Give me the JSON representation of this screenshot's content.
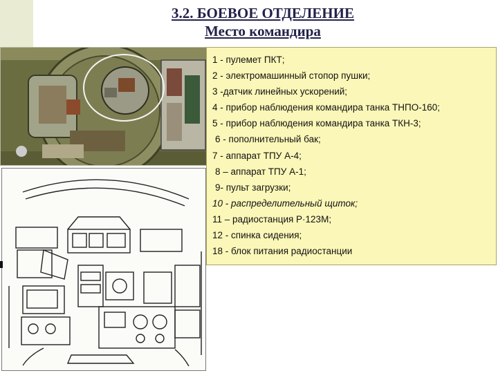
{
  "slide": {
    "title_line1": "3.2. БОЕВОЕ ОТДЕЛЕНИЕ",
    "title_line2": "Место командира"
  },
  "legend": {
    "items": [
      {
        "text": "1 - пулемет ПКТ;"
      },
      {
        "text": "2 - электромашинный стопор пушки;"
      },
      {
        "text": "3 -датчик линейных ускорений;"
      },
      {
        "text": "4 - прибор наблюдения командира танка ТНПО-160;"
      },
      {
        "text": "5 - прибор наблюдения командира танка ТКН-3;"
      },
      {
        "text": "6  - пополнительный бак;"
      },
      {
        "text": "7 - аппарат ТПУ А-4;"
      },
      {
        "text": "8 – аппарат ТПУ А-1;"
      },
      {
        "text": "9- пульт загрузки;"
      },
      {
        "text": "10 - распределительный щиток;"
      },
      {
        "text": "11 – радиостанция  Р·123М;"
      },
      {
        "text": "12 - спинка сидения;"
      },
      {
        "text": "18 - блок питания радиостанции"
      }
    ]
  },
  "colors": {
    "legend_bg": "#fbf7b8",
    "title_color": "#22224a",
    "photo_green": "#6c6e42",
    "highlight_ellipse": "#f4f4f0"
  }
}
